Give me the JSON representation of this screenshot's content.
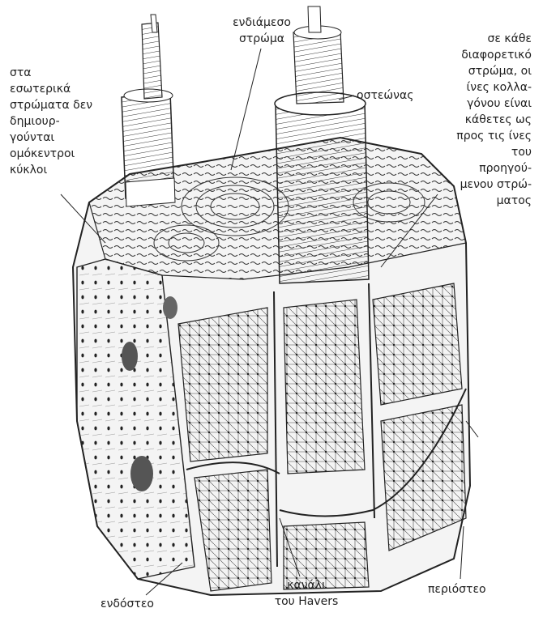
{
  "labels": {
    "intermediate_layer": [
      "ενδιάμεσο",
      "στρώμα"
    ],
    "inner_layers_note": [
      "στα",
      "εσωτερικά",
      "στρώματα δεν",
      "δημιουρ-",
      "γούνται",
      "ομόκεντροι",
      "κύκλοι"
    ],
    "osteon": "οστεώνας",
    "collagen_note": [
      "σε κάθε",
      "διαφορετικό",
      "στρώμα, οι",
      "ίνες κολλα-",
      "γόνου είναι",
      "κάθετες ως",
      "προς τις ίνες",
      "του",
      "προηγού-",
      "μενου στρώ-",
      "ματος"
    ],
    "endosteum": "ενδόστεο",
    "havers_canal": [
      "κανάλι",
      "του Havers"
    ],
    "periosteum": "περιόστεο"
  },
  "colors": {
    "ink": "#1f1f1f",
    "paper": "#ffffff",
    "shade": "#d9d9d9"
  }
}
